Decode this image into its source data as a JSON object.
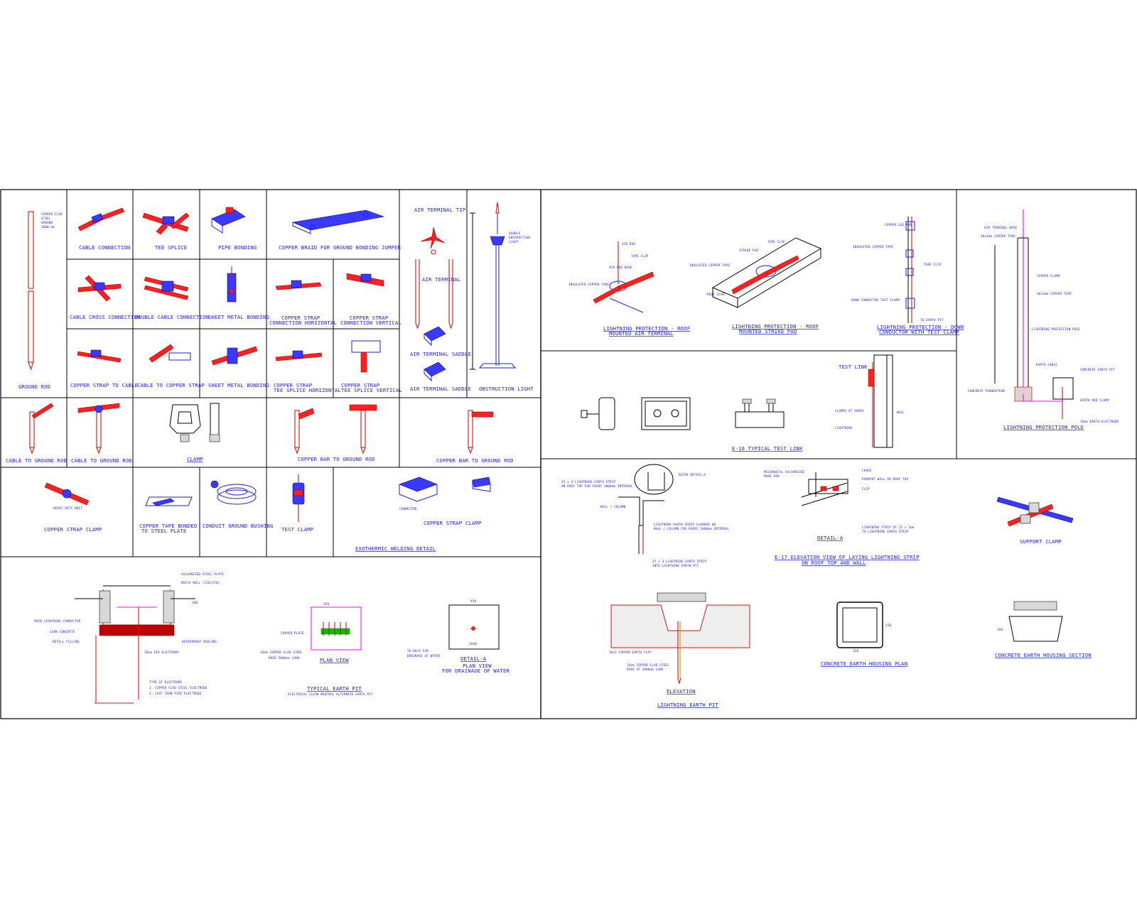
{
  "left_panel": {
    "labels": {
      "ground_rod": "GROUND ROD",
      "cable_connection": "CABLE CONNECTION",
      "tee_splice": "TEE SPLICE",
      "pipe_bonding": "PIPE BONDING",
      "copper_braid": "COPPER BRAID FOR GROUND BONDING JUMPER",
      "air_terminal_tip": "AIR TERMINAL TIP",
      "air_terminal": "AIR TERMINAL",
      "air_terminal_saddle_1": "AIR TERMINAL SADDLE",
      "air_terminal_saddle_2": "AIR TERMINAL SADDLE",
      "obstruction_light": "OBSTRUCTION LIGHT",
      "cable_cross_connection": "CABLE CROSS CONNECTION",
      "double_cable_connection": "DOUBLE CABLE CONNECTION",
      "sheet_metal_bonding_1": "SHEET METAL BONDING",
      "copper_strap_conn_horizontal_1": "COPPER STRAP",
      "copper_strap_conn_horizontal_2": "CONNECTION HORIZONTAL",
      "copper_strap_conn_vertical_1": "COPPER STRAP",
      "copper_strap_conn_vertical_2": "CONNECTION VERTICAL",
      "copper_strap_to_cable": "COPPER STRAP TO CABLE",
      "cable_to_copper_strap": "CABLE TO COPPER STRAP",
      "sheet_metal_bonding_2": "SHEET METAL BONDING",
      "copper_strap_tee_horizontal_1": "COPPER STRAP",
      "copper_strap_tee_horizontal_2": "TEE SPLICE HORIZONTAL",
      "copper_strap_tee_vertical_1": "COPPER STRAP",
      "copper_strap_tee_vertical_2": "TEE SPLICE VERTICAL",
      "cable_to_ground_rod_1": "CABLE TO GROUND ROD",
      "cable_to_ground_rod_2": "CABLE TO GROUND ROD",
      "clamp": "CLAMP",
      "copper_bar_to_ground_rod_1": "COPPER BAR TO GROUND ROD",
      "copper_bar_to_ground_rod_2": "COPPER BAR TO GROUND ROD",
      "copper_strap_clamp_1": "COPPER STRAP CLAMP",
      "copper_tape_bonded_1": "COPPER TAPE BONDED",
      "copper_tape_bonded_2": "TO STEEL PLATE",
      "conduit_ground_bushing": "CONDUIT GROUND BUSHING",
      "test_clamp": "TEST CLAMP",
      "copper_strap_clamp_2": "COPPER STRAP CLAMP",
      "exothermic_welding_detail": "EXOTHERMIC WELDING DETAIL",
      "typical_earth_pit": "TYPICAL EARTH PIT",
      "plan_view": "PLAN VIEW",
      "detail_a": "DETAIL-A",
      "plan_view_drainage_1": "PLAN VIEW",
      "plan_view_drainage_2": "FOR DRAINAGE OF WATER"
    }
  },
  "right_panel": {
    "labels": {
      "lp_roof_air_terminal_1": "LIGHTNING PROTECTION - ROOF",
      "lp_roof_air_terminal_2": "MOUNTED AIR TERMINAL",
      "lp_roof_strike_pad_1": "LIGHTNING PROTECTION - ROOF",
      "lp_roof_strike_pad_2": "MOUNTED STRIKE PAD",
      "lp_down_conductor_1": "LIGHTNING PROTECTION - DOWN",
      "lp_down_conductor_2": "CONDUCTOR WITH TEST CLAMP",
      "lightning_protection_pole": "LIGHTNING PROTECTION POLE",
      "e16_typical_test_link": "E-16 TYPICAL TEST LINK",
      "e17_elevation_1": "E-17 ELEVATION VIEW OF LAYING LIGHTNING STRIP",
      "e17_elevation_2": "ON ROOF TOP AND WALL",
      "detail_a_right": "DETAIL-A",
      "support_clamp": "SUPPORT CLAMP",
      "elevation": "ELEVATION",
      "lightning_earth_pit": "LIGHTNING EARTH PIT",
      "concrete_earth_housing_plan": "CONCRETE EARTH HOUSING PLAN",
      "concrete_earth_housing_section": "CONCRETE EARTH HOUSING SECTION",
      "wall_column": "WALL / COLUMN",
      "test_link": "TEST LINK"
    }
  },
  "colors": {
    "text": "#1a1aff",
    "component_red": "#ff2020",
    "component_blue": "#3a3aff",
    "conductor_magenta": "#ff00ff",
    "frame": "#000000"
  }
}
